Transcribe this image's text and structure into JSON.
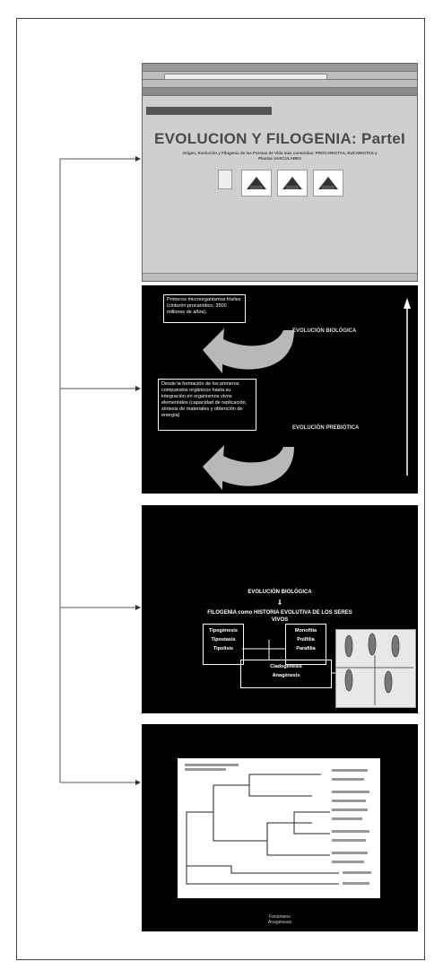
{
  "slide_web": {
    "title": "EVOLUCION Y FILOGENIA: ParteI",
    "subtitle": "Origen, Evolución y Filogenia de las Formas de Vida más conocidas: PROCARIOTAS, EUCARIOTAS y Plantas VASCULARES"
  },
  "slide_prebiotic": {
    "box_top": "Primeros microorganismos fósiles (cinturón procariótico, 3500 millones de años).",
    "label_bio": "EVOLUCIÓN BIOLÓGICA",
    "box_bottom": "Desde la formación de los primeros compuestos orgánicos hasta su integración en organismos vivos elementales (capacidad de replicación, síntesis de materiales y obtención de energía)",
    "label_pre": "EVOLUCIÓN PREBIÓTICA"
  },
  "slide_phylogeny": {
    "heading": "EVOLUCIÓN BIOLÓGICA",
    "subheading": "FILOGENIA como HISTORIA EVOLUTIVA DE LOS SERES VIVOS",
    "box_left": [
      "Tipogénesis",
      "Tipostasis",
      "Tipolisis"
    ],
    "box_right": [
      "Monofilia",
      "Polifilia",
      "Parafilia"
    ],
    "box_bottom": [
      "Cladogénesis",
      "Anagénesis"
    ]
  },
  "slide_tree": {
    "caption_line1": "Fenómeno",
    "caption_line2": "Anagénesis"
  },
  "colors": {
    "page_bg": "#ffffff",
    "slide_bg": "#000000",
    "arrow_fill": "#b8b8b8",
    "connector": "#555555"
  }
}
